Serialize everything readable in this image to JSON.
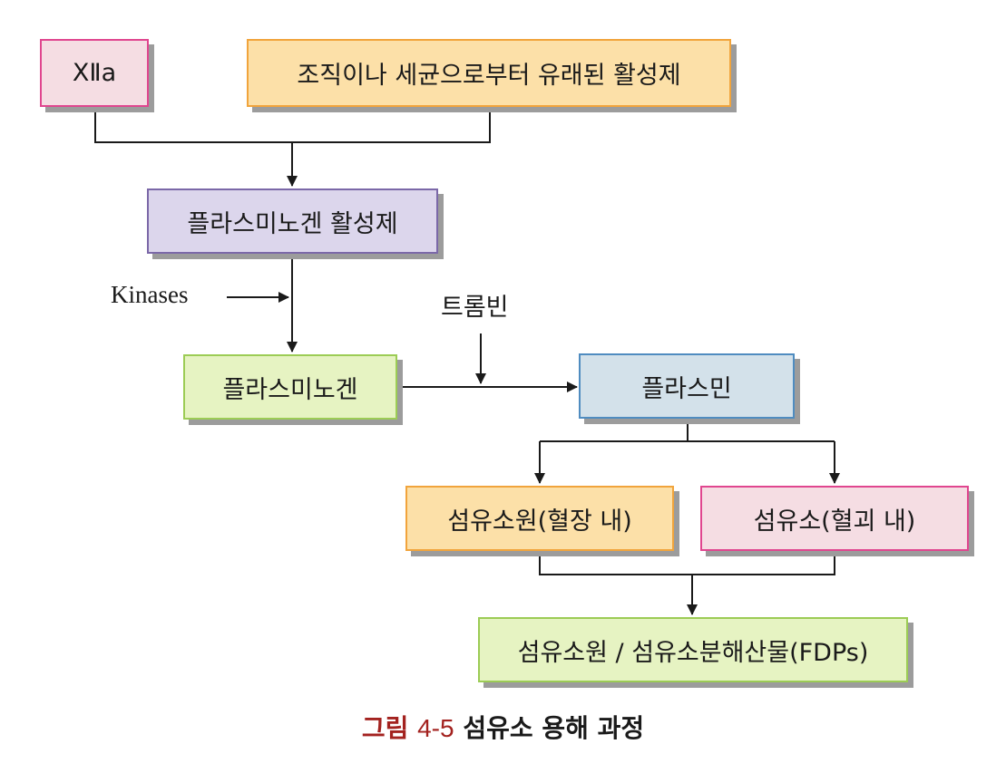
{
  "nodes": {
    "factor_xiia": {
      "label": "ⅩⅡa",
      "bg": "#f5dde3",
      "border": "#e0468f"
    },
    "tissue_activator": {
      "label": "조직이나 세균으로부터 유래된 활성제",
      "bg": "#fce0a8",
      "border": "#f1a43c"
    },
    "plasminogen_activator": {
      "label": "플라스미노겐 활성제",
      "bg": "#dcd6ec",
      "border": "#7b68a8"
    },
    "plasminogen": {
      "label": "플라스미노겐",
      "bg": "#e6f3c2",
      "border": "#9ccc55"
    },
    "plasmin": {
      "label": "플라스민",
      "bg": "#d3e1ea",
      "border": "#4f8cc0"
    },
    "fibrinogen": {
      "label": "섬유소원(혈장 내)",
      "bg": "#fce0a8",
      "border": "#f1a43c"
    },
    "fibrin": {
      "label": "섬유소(혈괴 내)",
      "bg": "#f5dde3",
      "border": "#e0468f"
    },
    "fdps": {
      "label": "섬유소원 / 섬유소분해산물(FDPs)",
      "bg": "#e6f3c2",
      "border": "#9ccc55"
    }
  },
  "side_labels": {
    "kinases": "Kinases",
    "thrombin": "트롬빈"
  },
  "caption": {
    "prefix": "그림",
    "number": "4-5",
    "title": "섬유소 용해 과정"
  },
  "colors": {
    "shadow": "#9c9c9c",
    "line": "#1a1a1a",
    "caption_accent": "#a3221f"
  }
}
